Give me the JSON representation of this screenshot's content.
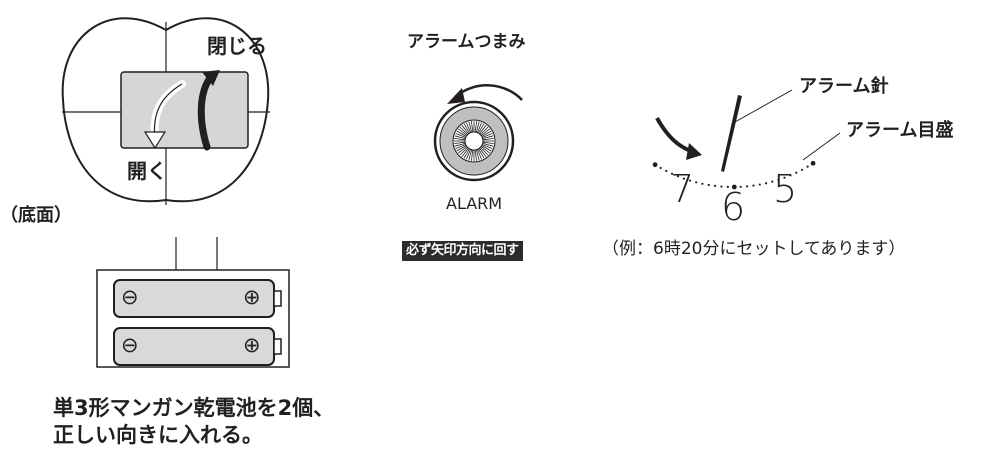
{
  "battery_section": {
    "close_label": "閉じる",
    "open_label": "開く",
    "bottom_label": "（底面）",
    "minus_symbol": "⊖",
    "plus_symbol": "⊕",
    "instruction_line1": "単3形マンガン乾電池を2個、",
    "instruction_line2": "正しい向きに入れる。"
  },
  "knob_section": {
    "title": "アラームつまみ",
    "knob_text": "ALARM",
    "badge": "必ず矢印方向に回す"
  },
  "clock_section": {
    "hand_label": "アラーム針",
    "scale_label": "アラーム目盛",
    "numeral_7": "7",
    "numeral_6": "6",
    "numeral_5": "5",
    "example": "（例：6時20分にセットしてあります）"
  },
  "colors": {
    "ink": "#231f20",
    "panel": "#d6d6d6",
    "battery": "#d9d9d9",
    "badge_bg": "#2b2b2b"
  }
}
